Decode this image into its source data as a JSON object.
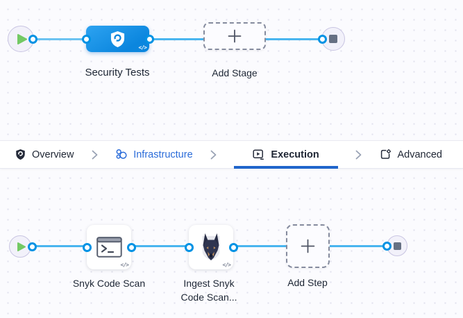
{
  "stage_canvas": {
    "start_node": {
      "icon": "play-icon"
    },
    "end_node": {
      "icon": "stop-icon"
    },
    "stage": {
      "label": "Security Tests",
      "icon": "security-shield-icon",
      "code_badge": "</>"
    },
    "add_stage": {
      "label": "Add Stage",
      "icon": "plus-icon"
    }
  },
  "tab_bar": {
    "separator": "chevron-right",
    "tabs": [
      {
        "label": "Overview",
        "icon": "shield-icon",
        "state": "default"
      },
      {
        "label": "Infrastructure",
        "icon": "infrastructure-icon",
        "state": "highlighted"
      },
      {
        "label": "Execution",
        "icon": "execution-icon",
        "state": "active"
      },
      {
        "label": "Advanced",
        "icon": "advanced-icon",
        "state": "default"
      }
    ]
  },
  "step_canvas": {
    "start_node": {
      "icon": "play-icon"
    },
    "end_node": {
      "icon": "stop-icon"
    },
    "steps": [
      {
        "label": "Snyk Code Scan",
        "icon": "terminal-icon",
        "code_badge": "</>"
      },
      {
        "label": "Ingest Snyk Code Scan...",
        "label_line1": "Ingest Snyk",
        "label_line2": "Code Scan...",
        "icon": "snyk-dog-icon",
        "code_badge": "</>"
      }
    ],
    "add_step": {
      "label": "Add Step",
      "icon": "plus-icon"
    }
  },
  "colors": {
    "connector_line": "#49b5ef",
    "node_ring": "#0092e4",
    "stage_blue": "#0b86de",
    "active_tab_underline": "#2065cb",
    "infrastructure_blue": "#2b6cd9",
    "play_green": "#73c964",
    "stop_gray": "#667083",
    "canvas_bg": "#fbfbfe",
    "dot_grid": "#e1e1ed"
  }
}
